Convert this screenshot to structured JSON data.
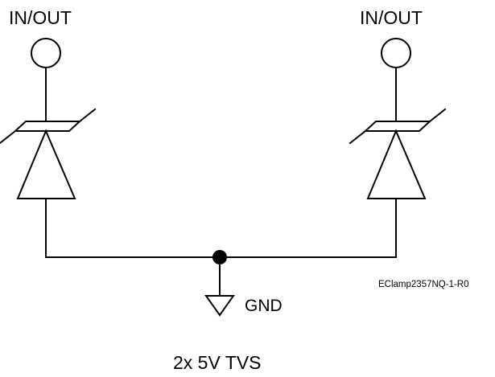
{
  "diagram": {
    "type": "tvs-diode-schematic",
    "left_pin_label": "IN/OUT",
    "right_pin_label": "IN/OUT",
    "ground_label": "GND",
    "part_number": "EClamp2357NQ-1-R0",
    "caption": "2x 5V TVS",
    "components": [
      {
        "name": "tvs-diode-left",
        "symbol": "tvs-diode"
      },
      {
        "name": "tvs-diode-right",
        "symbol": "tvs-diode"
      }
    ],
    "icons": [
      "terminal-circle",
      "ground-symbol",
      "junction-dot"
    ]
  }
}
